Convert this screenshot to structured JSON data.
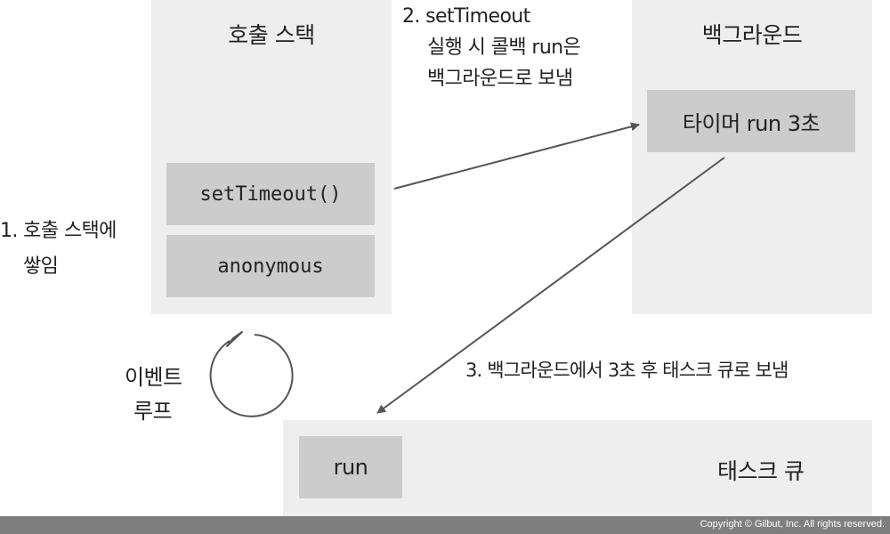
{
  "call_stack": {
    "title": "호출 스택",
    "frames": [
      "setTimeout()",
      "anonymous"
    ]
  },
  "background": {
    "title": "백그라운드",
    "timer_label": "타이머 run 3초"
  },
  "task_queue": {
    "title": "태스크 큐",
    "item": "run"
  },
  "annotations": {
    "step1": [
      "1. 호출 스택에",
      "쌓임"
    ],
    "step2": [
      "2. setTimeout",
      "실행 시 콜백 run은",
      "백그라운드로 보냄"
    ],
    "step3": "3. 백그라운드에서 3초 후 태스크 큐로 보냄",
    "event_loop": [
      "이벤트",
      "루프"
    ]
  },
  "footer": {
    "copyright": "Copyright © Gilbut, Inc. All rights reserved."
  },
  "colors": {
    "panel": "#eeeeee",
    "box": "#cccccc",
    "arrow": "#555555",
    "footer": "#7f7f7f"
  }
}
